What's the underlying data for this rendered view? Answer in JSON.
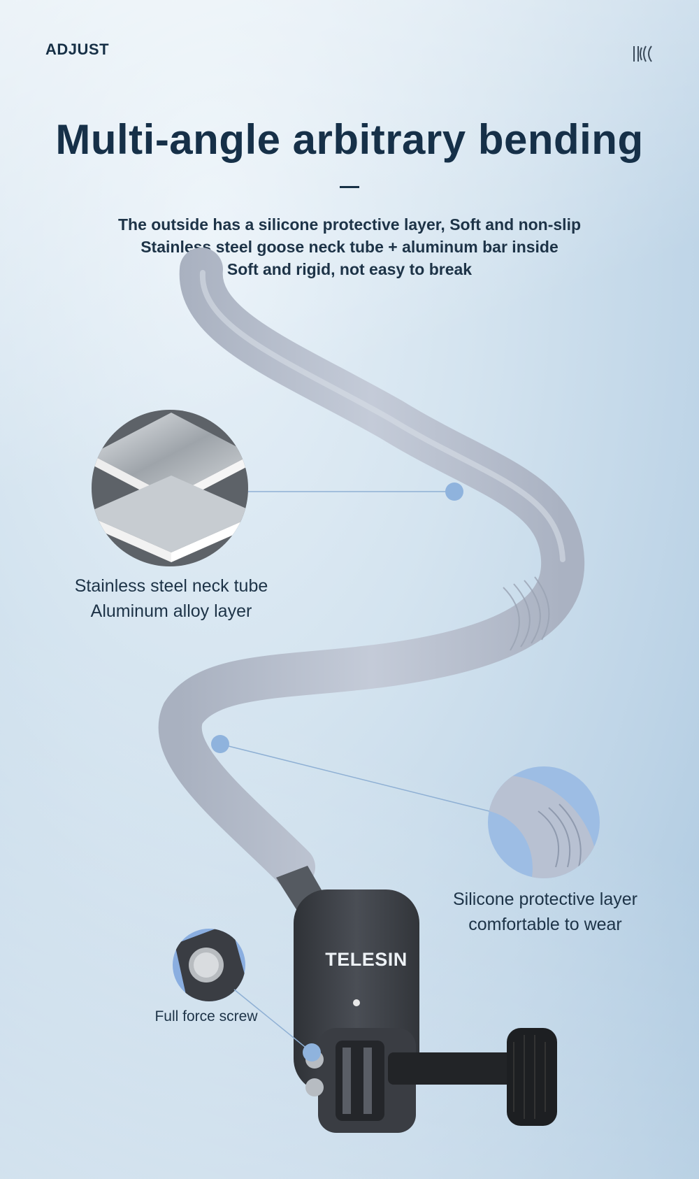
{
  "header": {
    "section_tag": "ADJUST",
    "logo_icon": "brand-logo-icon"
  },
  "hero": {
    "title": "Multi-angle arbitrary bending",
    "description_lines": [
      "The outside has a silicone protective layer, Soft and non-slip",
      "Stainless steel goose neck tube + aluminum bar inside",
      "Soft and rigid, not easy to break"
    ]
  },
  "callouts": {
    "steel": {
      "lines": [
        "Stainless steel neck tube",
        "Aluminum alloy layer"
      ]
    },
    "silicone": {
      "lines": [
        "Silicone protective layer",
        "comfortable to wear"
      ]
    },
    "screw": {
      "label": "Full force screw"
    }
  },
  "product": {
    "brand_text": "TELESIN"
  },
  "colors": {
    "heading": "#163048",
    "callout_dot": "#8fb3dd",
    "tube": "#b9c1cf",
    "mount": "#3a3d43"
  }
}
